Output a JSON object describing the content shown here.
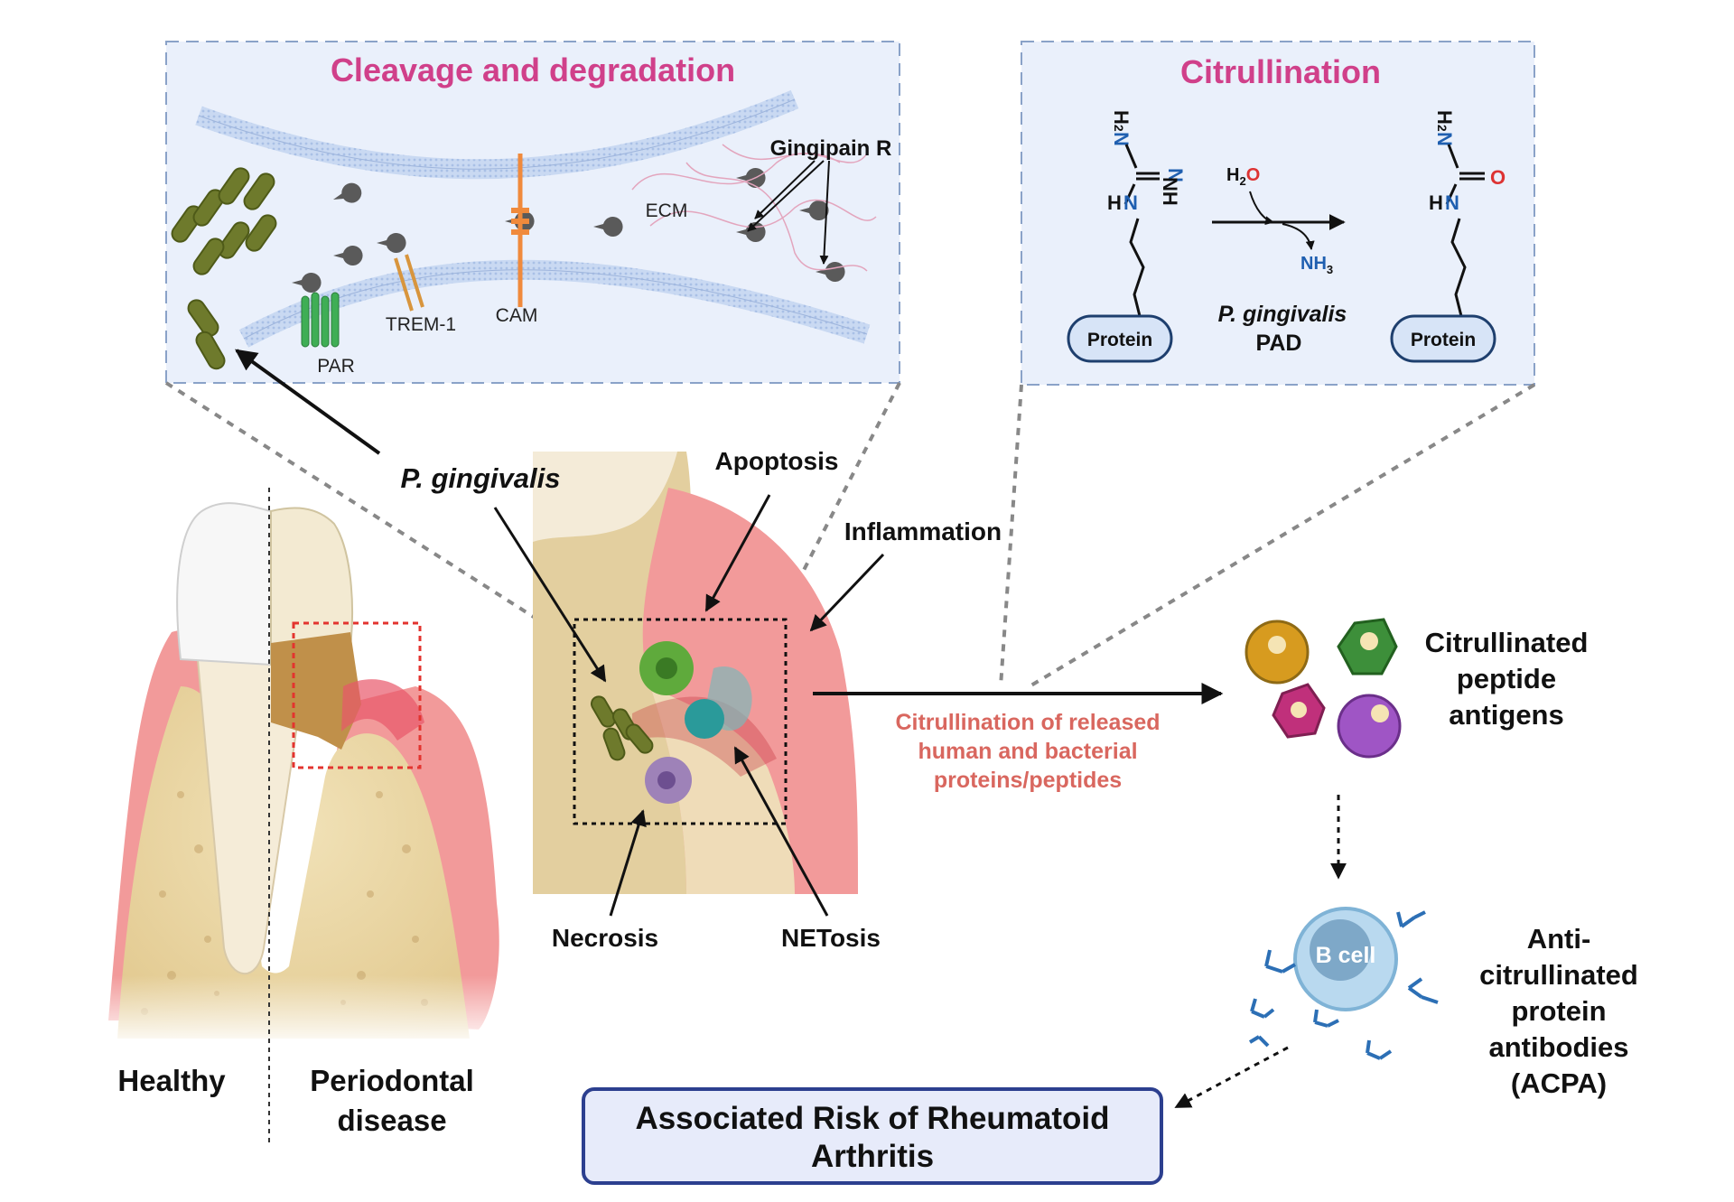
{
  "panel_cleavage": {
    "title": "Cleavage and degradation",
    "labels": {
      "gingipain": "Gingipain R",
      "ecm": "ECM",
      "cam": "CAM",
      "trem": "TREM-1",
      "par": "PAR"
    }
  },
  "panel_citrullination": {
    "title": "Citrullination",
    "h2": "H",
    "h2_sub": "2",
    "n": "N",
    "nh": "NH",
    "o": "O",
    "h2o_h": "H",
    "h2o_sub": "2",
    "h2o_o": "O",
    "nh3": "NH",
    "nh3_sub": "3",
    "protein": "Protein",
    "enzyme_line1": "P. gingivalis",
    "enzyme_line2": "PAD"
  },
  "tooth": {
    "healthy": "Healthy",
    "disease_line1": "Periodontal",
    "disease_line2": "disease"
  },
  "center": {
    "pathogen": "P. gingivalis",
    "apoptosis": "Apoptosis",
    "inflammation": "Inflammation",
    "necrosis": "Necrosis",
    "netosis": "NETosis"
  },
  "process_text": {
    "line1": "Citrullination of released",
    "line2": "human and bacterial",
    "line3": "proteins/peptides"
  },
  "antigens": {
    "line1": "Citrullinated",
    "line2": "peptide",
    "line3": "antigens"
  },
  "bcell": "B cell",
  "acpa": {
    "line1": "Anti-",
    "line2": "citrullinated",
    "line3": "protein",
    "line4": "antibodies",
    "line5": "(ACPA)"
  },
  "risk": {
    "line1": "Associated Risk of Rheumatoid",
    "line2": "Arthritis"
  },
  "colors": {
    "title_pink": "#d0408a",
    "process_red": "#d9675f",
    "panel_bg": "#eaf0fb",
    "panel_border": "#8aa2c8",
    "bacteria": "#6e7a2c",
    "gum": "#f29a9a",
    "bone": "#e3cf9f",
    "tartar": "#c0904a"
  }
}
